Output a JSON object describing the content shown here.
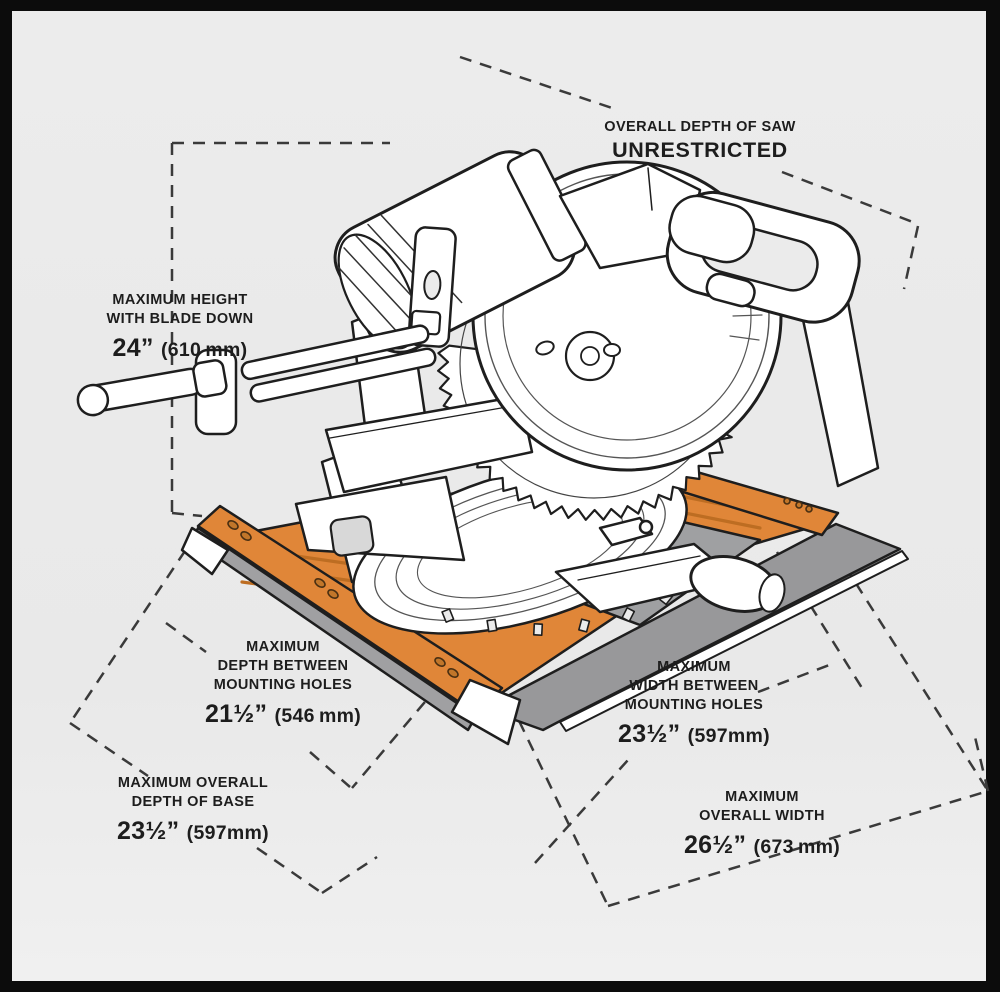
{
  "palette": {
    "background_gray": "#ececec",
    "frame_black": "#0c0c0c",
    "accent_orange": "#e08638",
    "orange_stripe": "#bd6d22",
    "side_gray": "#98989a",
    "line_ink": "#1e1e1e",
    "dash_color": "#3a3a3a",
    "text_color": "#1d1d1d"
  },
  "illustration": {
    "subject": "compound miter saw dimension diagram"
  },
  "labels": {
    "overall_depth_saw": {
      "caption": "OVERALL DEPTH OF SAW",
      "value": "UNRESTRICTED"
    },
    "max_height": {
      "caption_lines": [
        "MAXIMUM HEIGHT",
        "WITH BLADE DOWN"
      ],
      "value": "24”",
      "metric": "(610 mm)"
    },
    "depth_between_mounting_holes": {
      "caption_lines": [
        "MAXIMUM",
        "DEPTH BETWEEN",
        "MOUNTING HOLES"
      ],
      "value": "21½”",
      "metric": "(546 mm)"
    },
    "max_overall_depth_base": {
      "caption_lines": [
        "MAXIMUM OVERALL",
        "DEPTH OF BASE"
      ],
      "value": "23½”",
      "metric": "(597mm)"
    },
    "width_between_mounting_holes": {
      "caption_lines": [
        "MAXIMUM",
        "WIDTH BETWEEN",
        "MOUNTING HOLES"
      ],
      "value": "23½”",
      "metric": "(597mm)"
    },
    "max_overall_width": {
      "caption_lines": [
        "MAXIMUM",
        "OVERALL WIDTH"
      ],
      "value": "26½”",
      "metric": "(673 mm)"
    }
  }
}
